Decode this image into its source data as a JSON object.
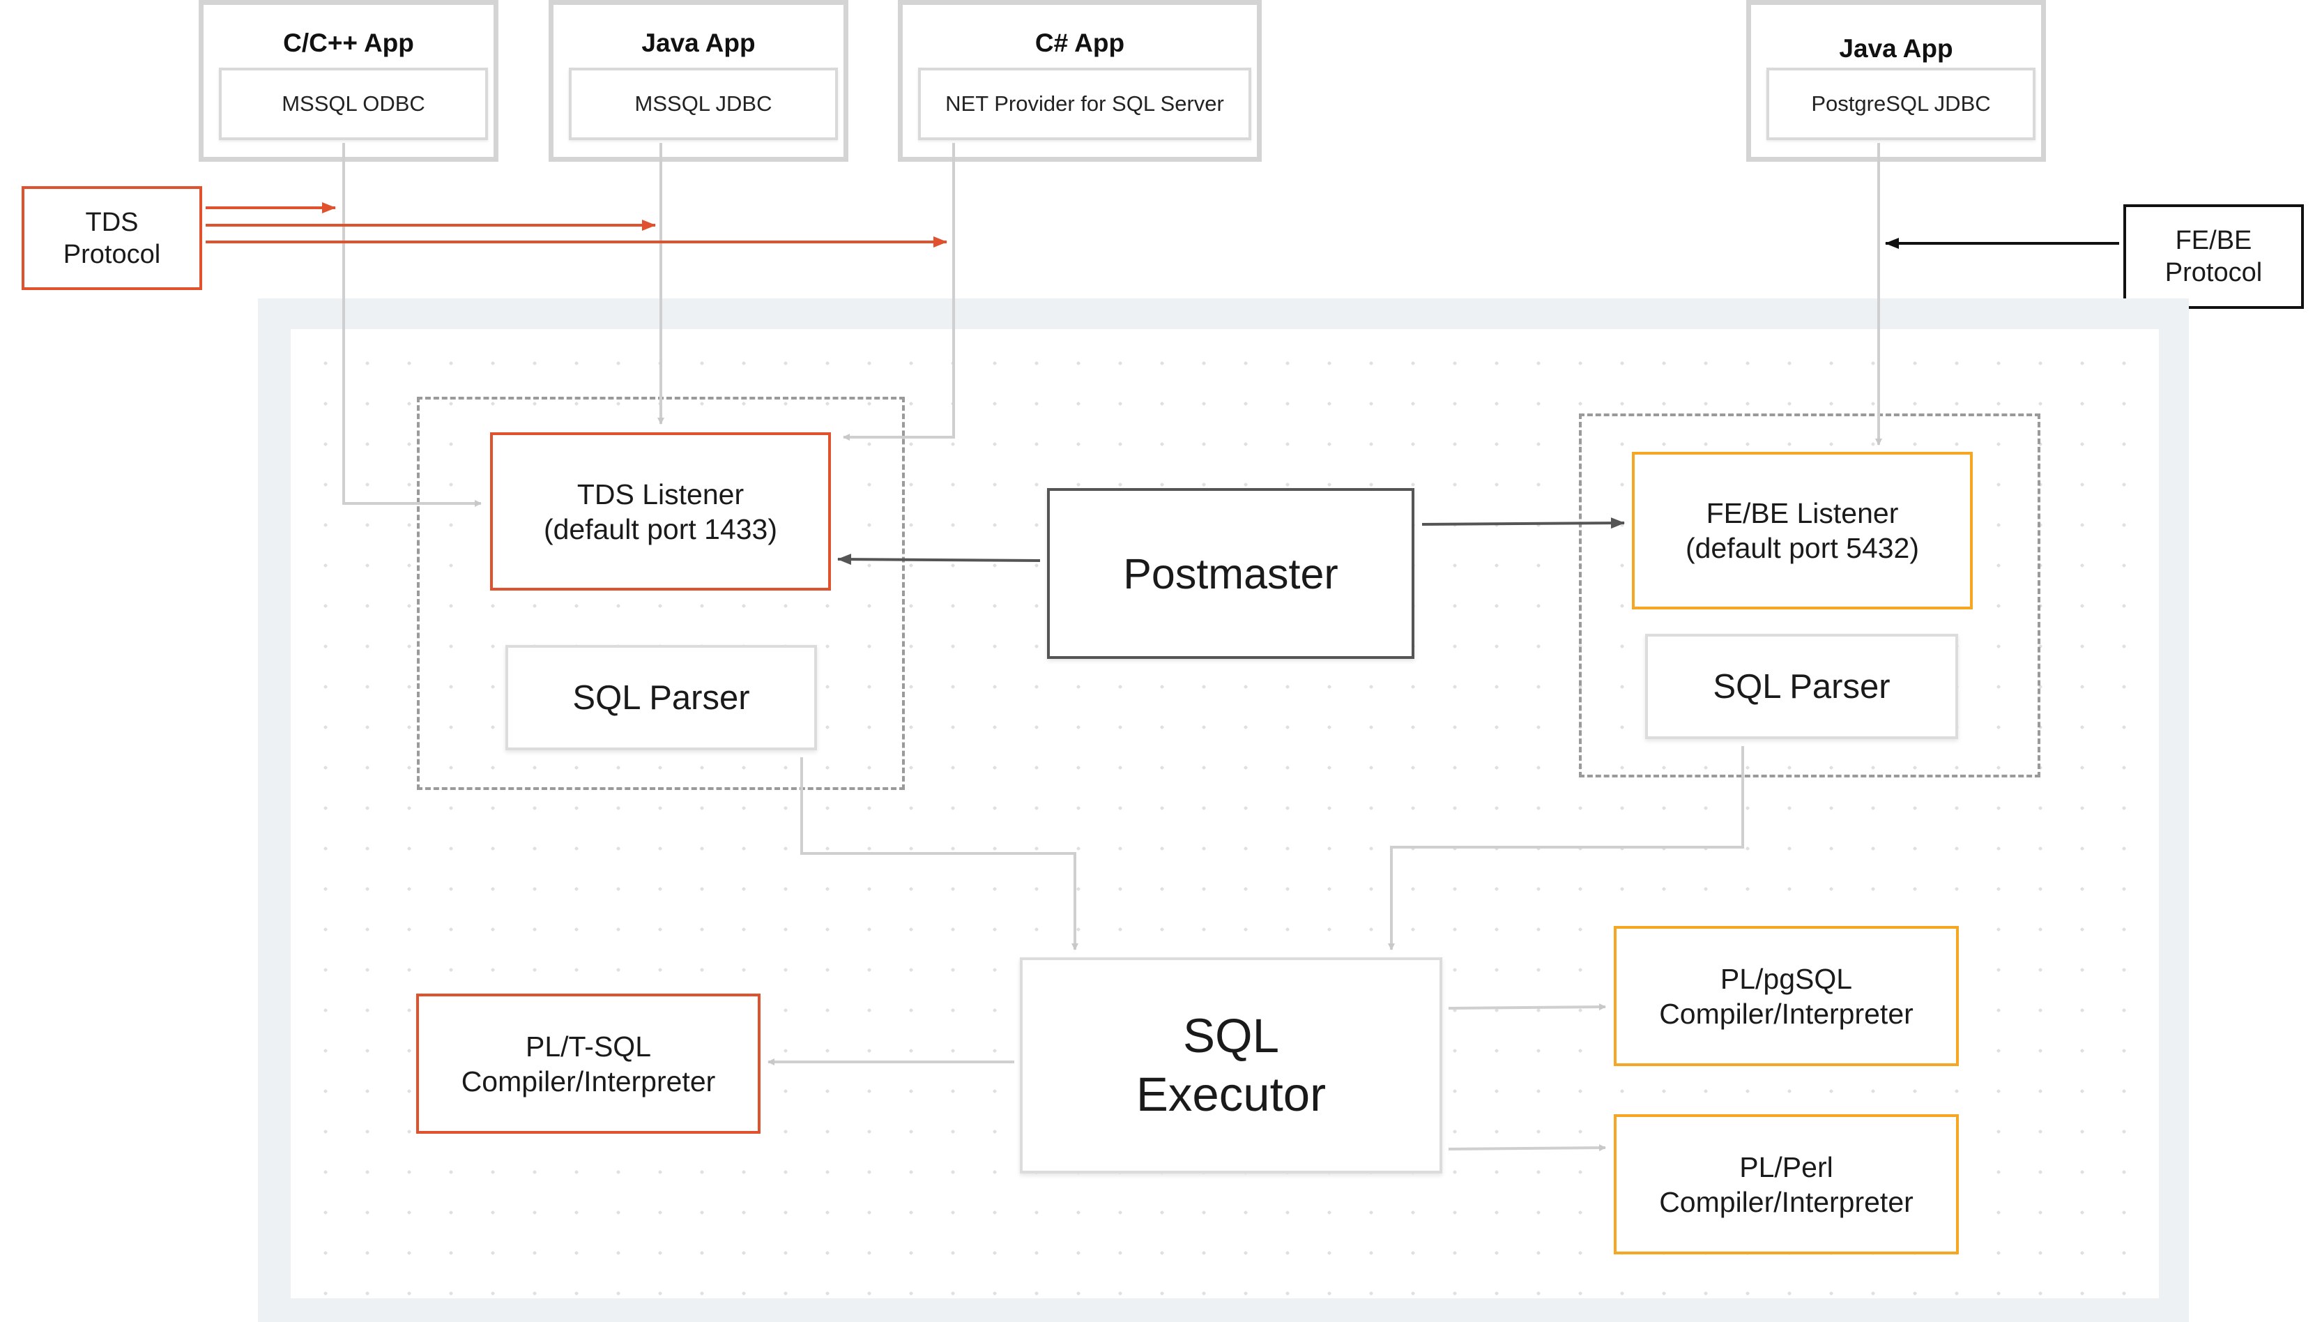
{
  "apps": [
    {
      "title": "C/C++ App",
      "driver": "MSSQL ODBC"
    },
    {
      "title": "Java App",
      "driver": "MSSQL JDBC"
    },
    {
      "title": "C# App",
      "driver": "NET Provider for SQL Server"
    },
    {
      "title": "Java App",
      "driver": "PostgreSQL JDBC"
    }
  ],
  "protocols": {
    "tds": "TDS\nProtocol",
    "febe": "FE/BE\nProtocol"
  },
  "components": {
    "tds_listener": "TDS Listener\n(default port 1433)",
    "sql_parser_left": "SQL Parser",
    "postmaster": "Postmaster",
    "febe_listener": "FE/BE Listener\n(default port 5432)",
    "sql_parser_right": "SQL Parser",
    "sql_executor": "SQL\nExecutor",
    "pltsql": "PL/T-SQL\nCompiler/Interpreter",
    "plpgsql": "PL/pgSQL\nCompiler/Interpreter",
    "plperl": "PL/Perl\nCompiler/Interpreter"
  },
  "colors": {
    "tds_accent": "#e0522d",
    "pg_accent": "#f5a623",
    "line_gray": "#cfcfcf",
    "line_dark": "#555555"
  }
}
